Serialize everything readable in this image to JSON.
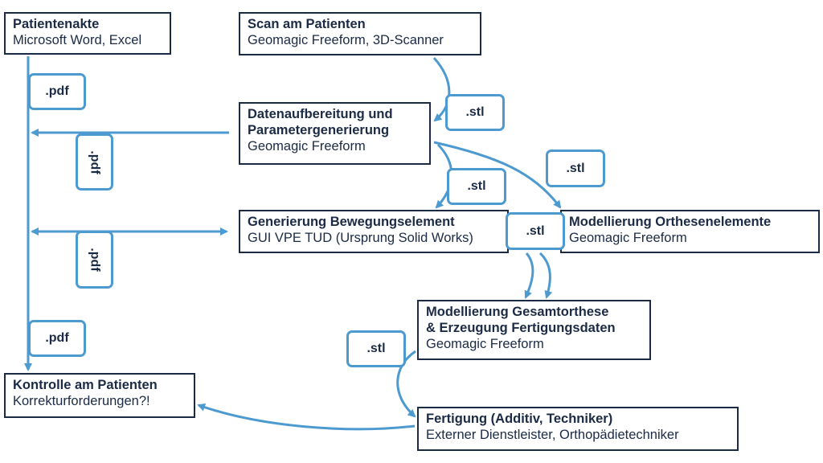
{
  "nodes": {
    "patientenakte": {
      "title": "Patientenakte",
      "subtitle": "Microsoft Word, Excel"
    },
    "scan": {
      "title": "Scan am Patienten",
      "subtitle": "Geomagic Freeform, 3D-Scanner"
    },
    "datenaufbereitung": {
      "title": "Datenaufbereitung und\nParametergenerierung",
      "subtitle": "Geomagic Freeform"
    },
    "bewegungselement": {
      "title": "Generierung Bewegungselement",
      "subtitle": "GUI VPE TUD (Ursprung Solid Works)"
    },
    "orthesenelemente": {
      "title": "Modellierung Orthesenelemente",
      "subtitle": "Geomagic Freeform"
    },
    "gesamtorthese": {
      "title": "Modellierung Gesamtorthese\n& Erzeugung Fertigungsdaten",
      "subtitle": "Geomagic Freeform"
    },
    "kontrolle": {
      "title": "Kontrolle am Patienten",
      "subtitle": "Korrekturforderungen?!"
    },
    "fertigung": {
      "title": "Fertigung (Additiv, Techniker)",
      "subtitle": "Externer Dienstleister, Orthopädietechniker"
    }
  },
  "tags": {
    "pdf_1": ".pdf",
    "pdf_2": ".pdf",
    "pdf_3": ".pdf",
    "pdf_4": ".pdf",
    "stl_1": ".stl",
    "stl_2": ".stl",
    "stl_3": ".stl",
    "stl_4": ".stl",
    "stl_5": ".stl"
  },
  "colors": {
    "arrow": "#4d9ad0",
    "box_border": "#1b2a45",
    "text": "#1b2a45"
  }
}
